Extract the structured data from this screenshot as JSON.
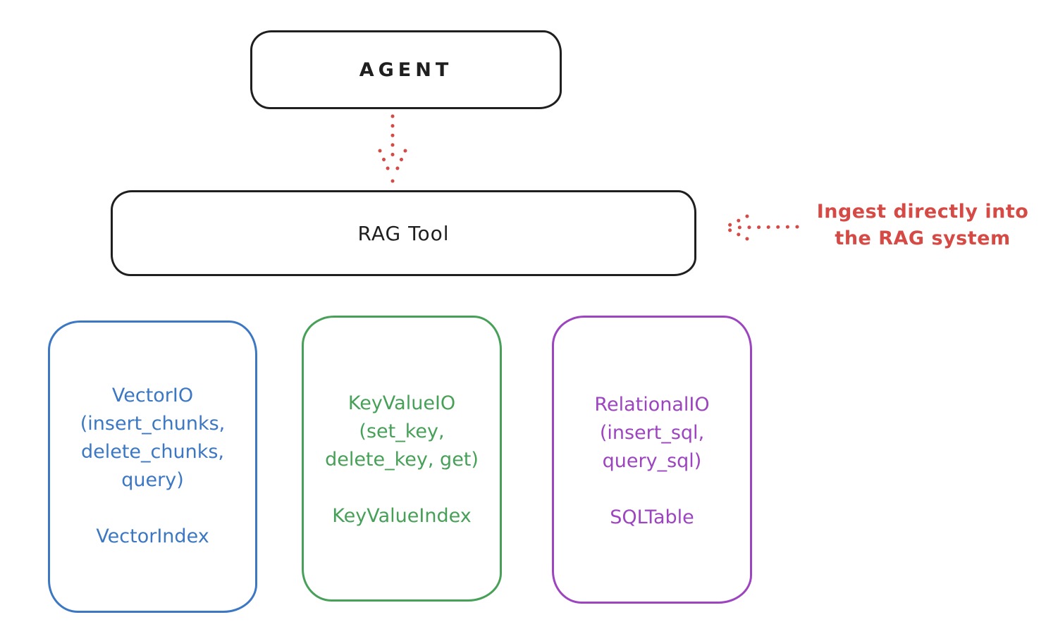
{
  "colors": {
    "ink": "#1f1f1f",
    "red": "#d64a45",
    "blue": "#3b77c2",
    "green": "#47a058",
    "purple": "#9d44c0",
    "bg": "#ffffff"
  },
  "nodes": {
    "agent": {
      "label": "AGENT"
    },
    "rag_tool": {
      "label": "RAG Tool"
    }
  },
  "annotation": {
    "line1": "Ingest directly into",
    "line2": "the RAG system"
  },
  "arrows": [
    {
      "name": "agent-to-rag-arrow",
      "style": "dotted",
      "color": "#d64a45",
      "direction": "down"
    },
    {
      "name": "ingest-annotation-arrow",
      "style": "dotted",
      "color": "#d64a45",
      "direction": "left"
    }
  ],
  "stores": [
    {
      "id": "vector-io",
      "color": "#3b77c2",
      "lines": [
        "VectorIO",
        "(insert_chunks,",
        "delete_chunks,",
        "query)"
      ],
      "index_label": "VectorIndex"
    },
    {
      "id": "keyvalue-io",
      "color": "#47a058",
      "lines": [
        "KeyValueIO",
        "(set_key,",
        "delete_key, get)"
      ],
      "index_label": "KeyValueIndex"
    },
    {
      "id": "relational-io",
      "color": "#9d44c0",
      "lines": [
        "RelationalIO",
        "(insert_sql,",
        "query_sql)"
      ],
      "index_label": "SQLTable"
    }
  ]
}
